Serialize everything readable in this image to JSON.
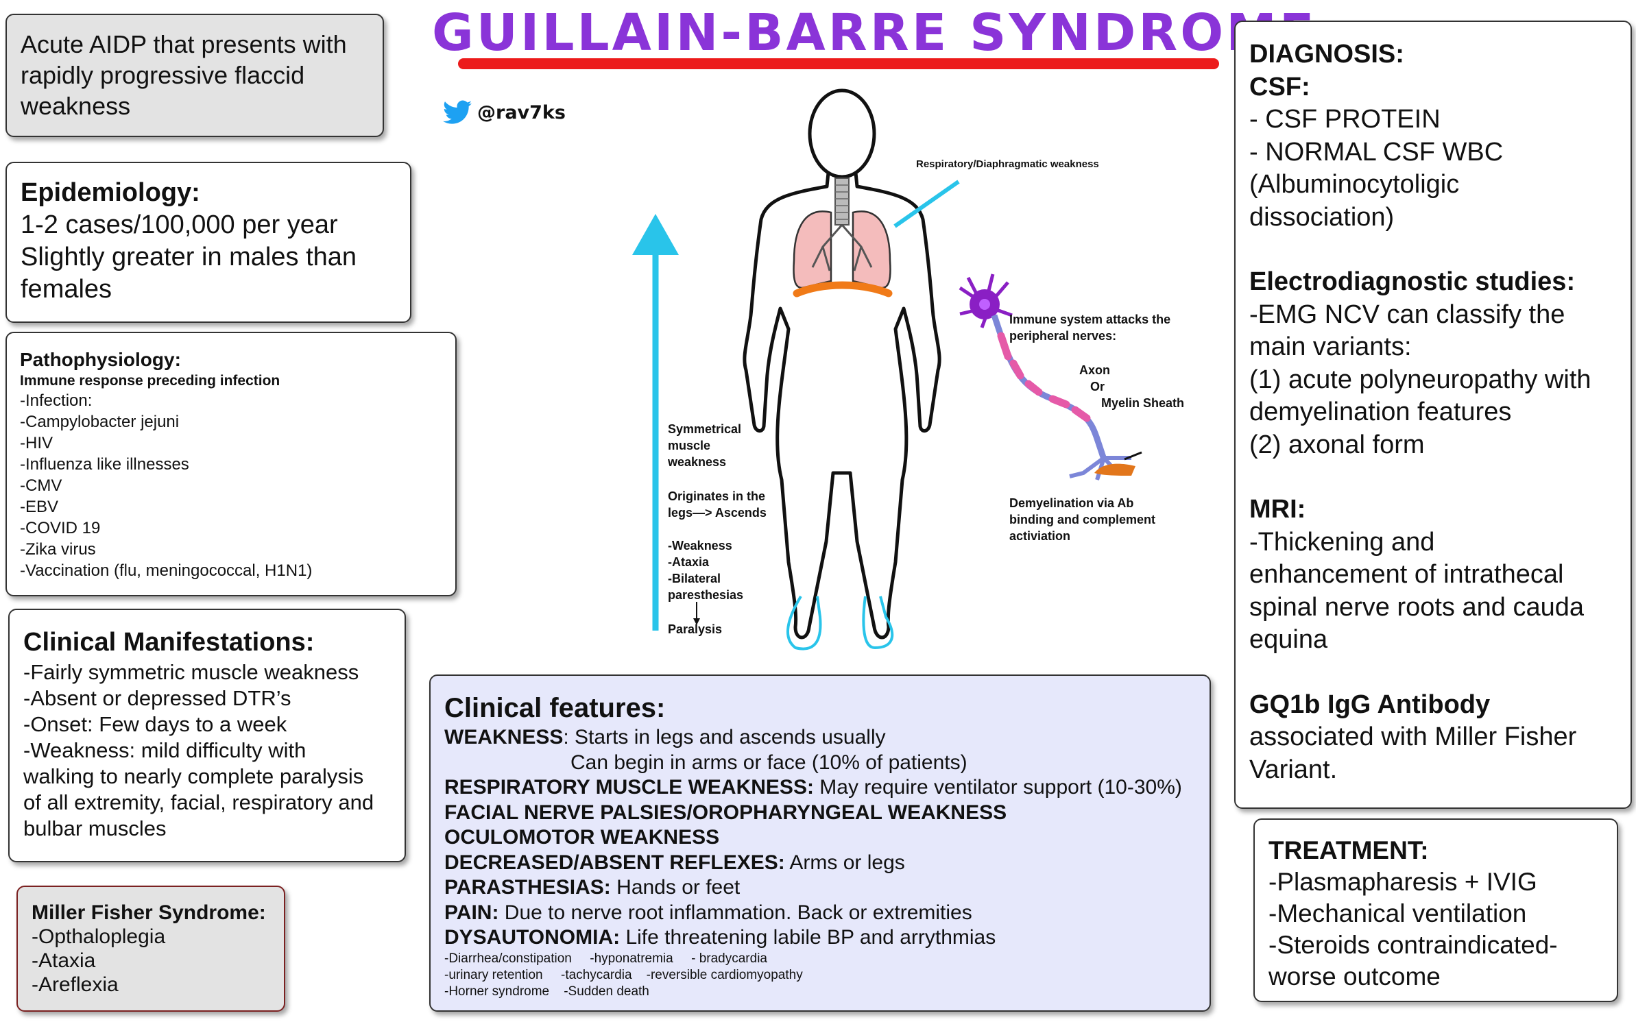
{
  "title": "GUILLAIN-BARRE SYNDROME",
  "twitter_handle": "@rav7ks",
  "colors": {
    "title": "#8a34d8",
    "underline": "#ec1b1b",
    "arrow": "#29c4ea",
    "twitter": "#1da1f2",
    "panel_gray": "#e3e3e3",
    "panel_blue": "#e6e8fb",
    "miller_border": "#7b2121"
  },
  "definition": {
    "lines": [
      "Acute AIDP that presents with",
      "rapidly progressive flaccid",
      "weakness"
    ]
  },
  "epidemiology": {
    "heading": "Epidemiology:",
    "lines": [
      "1-2 cases/100,000 per year",
      "Slightly greater in males than",
      "females"
    ]
  },
  "pathophysiology": {
    "heading": "Pathophysiology:",
    "subheading": "Immune response preceding infection",
    "lines": [
      "-Infection:",
      "-Campylobacter jejuni",
      "-HIV",
      "-Influenza like illnesses",
      "-CMV",
      "-EBV",
      "-COVID 19",
      "-Zika virus",
      "-Vaccination (flu, meningococcal, H1N1)"
    ]
  },
  "clinical_manifestations": {
    "heading": "Clinical Manifestations:",
    "lines": [
      "-Fairly symmetric muscle weakness",
      "-Absent or depressed DTR’s",
      "-Onset: Few days to a week",
      "-Weakness: mild difficulty with",
      "walking to nearly complete paralysis",
      "of all extremity, facial, respiratory and",
      "bulbar muscles"
    ]
  },
  "miller_fisher": {
    "heading": "Miller Fisher Syndrome:",
    "lines": [
      "-Opthaloplegia",
      "-Ataxia",
      "-Areflexia"
    ]
  },
  "clinical_features": {
    "heading": "Clinical features:",
    "weakness_label": "WEAKNESS",
    "weakness_text": ": Starts in legs and ascends usually",
    "weakness_text2": "Can begin in arms or face (10% of patients)",
    "resp_label": "RESPIRATORY MUSCLE WEAKNESS:",
    "resp_text": " May require ventilator support (10-30%)",
    "facial_label": "FACIAL NERVE PALSIES/OROPHARYNGEAL WEAKNESS",
    "oculo_label": "OCULOMOTOR WEAKNESS",
    "reflex_label": "DECREASED/ABSENT REFLEXES:",
    "reflex_text": " Arms or legs",
    "paras_label": "PARASTHESIAS:",
    "paras_text": " Hands or feet",
    "pain_label": "PAIN:",
    "pain_text": " Due to nerve root inflammation. Back or extremities",
    "dys_label": "DYSAUTONOMIA:",
    "dys_text": " Life threatening labile BP and arrythmias",
    "small_lines": [
      "-Diarrhea/constipation     -hyponatremia     - bradycardia",
      "-urinary retention     -tachycardia    -reversible cardiomyopathy",
      "-Horner syndrome    -Sudden death"
    ]
  },
  "diagnosis": {
    "heading": "DIAGNOSIS:",
    "csf_heading": "CSF:",
    "csf_lines": [
      "- CSF PROTEIN",
      "- NORMAL CSF WBC",
      "(Albuminocytoligic",
      "dissociation)"
    ],
    "electro_heading": "Electrodiagnostic studies:",
    "electro_lines": [
      "-EMG NCV can classify the",
      "main variants:",
      "(1) acute polyneuropathy with",
      "demyelination features",
      "(2) axonal form"
    ],
    "mri_heading": "MRI:",
    "mri_lines": [
      "-Thickening and",
      "enhancement of intrathecal",
      "spinal nerve roots and cauda",
      "equina"
    ],
    "gq1b_heading": "GQ1b IgG Antibody",
    "gq1b_lines": [
      "associated with Miller Fisher",
      "Variant."
    ]
  },
  "treatment": {
    "heading": "TREATMENT:",
    "lines": [
      "-Plasmapharesis + IVIG",
      "-Mechanical ventilation",
      "-Steroids contraindicated-",
      "worse outcome"
    ]
  },
  "figure": {
    "resp_label": "Respiratory/Diaphragmatic weakness",
    "immune_label": [
      "Immune system attacks the",
      "peripheral nerves:"
    ],
    "axon_label": "Axon",
    "or_label": "Or",
    "myelin_label": "Myelin Sheath",
    "demyel_label": [
      "Demyelination via Ab",
      "binding and complement",
      "activiation"
    ],
    "symm_label": [
      "Symmetrical",
      "muscle",
      "weakness"
    ],
    "orig_label": [
      "Originates in the",
      "legs—> Ascends"
    ],
    "symptom_labels": [
      "-Weakness",
      "-Ataxia",
      "-Bilateral",
      "paresthesias"
    ],
    "paralysis_label": "Paralysis"
  }
}
